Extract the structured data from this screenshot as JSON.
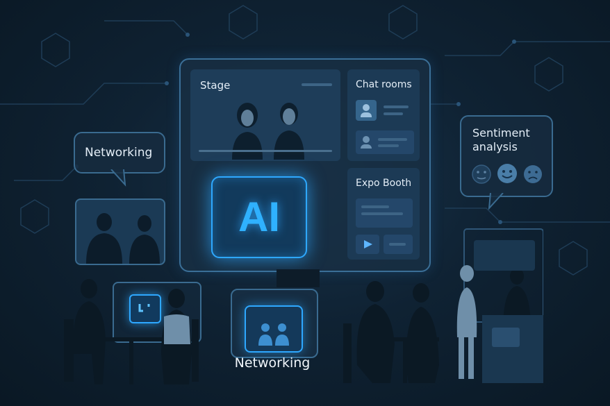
{
  "main_screen": {
    "stage_label": "Stage",
    "chat_label": "Chat rooms",
    "expo_label": "Expo Booth",
    "ai_label": "AI"
  },
  "networking_top": "Networking",
  "networking_bottom": "Networking",
  "sentiment": {
    "label_line1": "Sentiment",
    "label_line2": "analysis"
  },
  "colors": {
    "accent": "#2ea8ff",
    "panel_border": "#3b6f97"
  }
}
